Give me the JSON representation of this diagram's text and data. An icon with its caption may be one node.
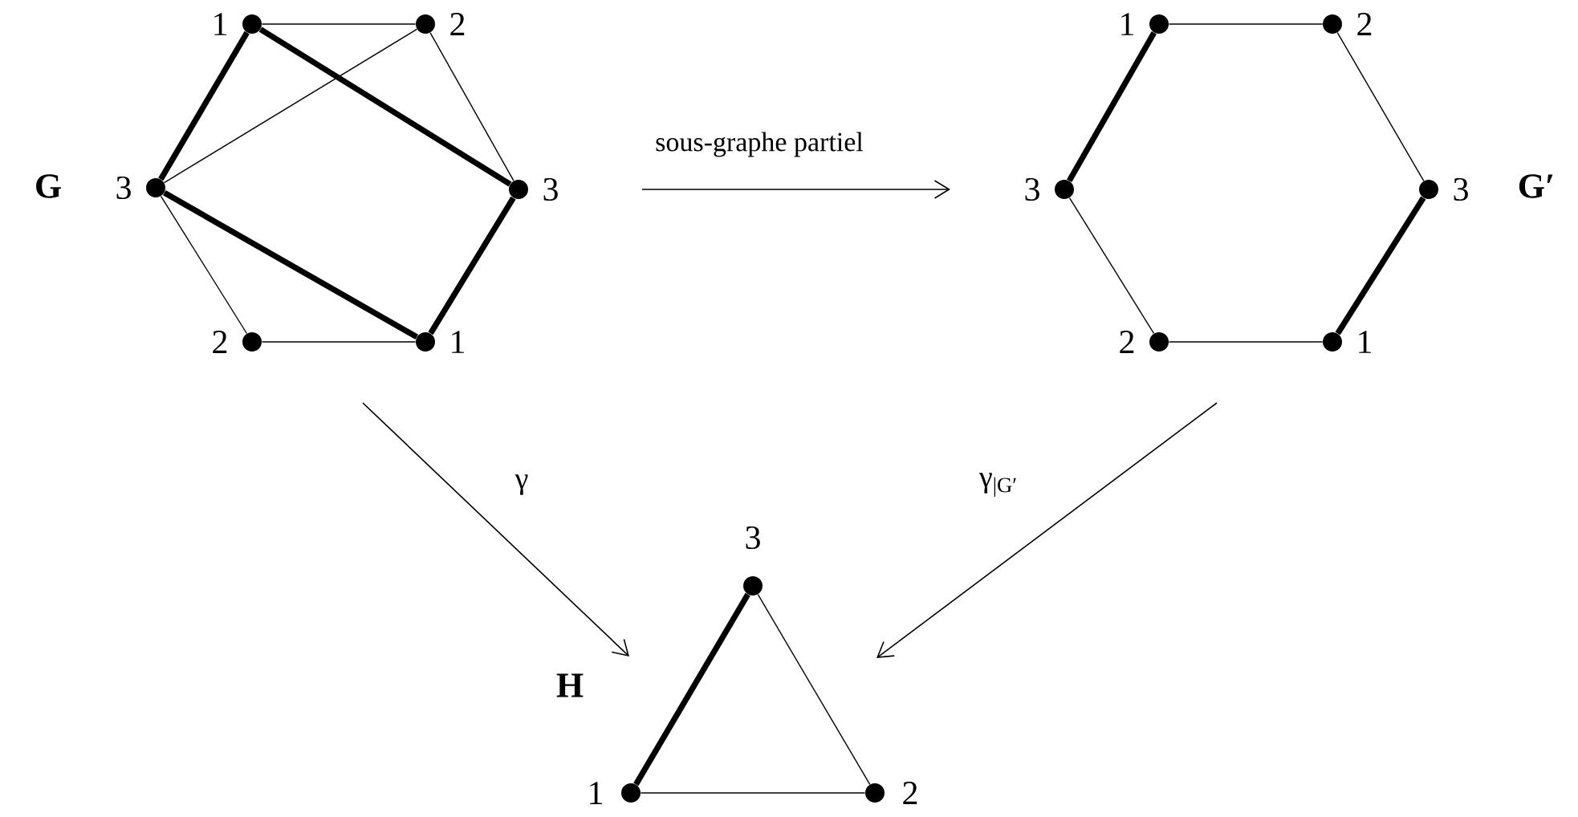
{
  "diagram": {
    "nodes": [
      {
        "text": [],
        "shape": "circle",
        "beside": [
          "1"
        ]
      },
      {
        "text": [],
        "shape": "circle",
        "beside": [
          "2"
        ]
      },
      {
        "text": [],
        "shape": "circle",
        "beside": [
          "3"
        ]
      },
      {
        "text": [],
        "shape": "circle",
        "beside": [
          "3"
        ]
      },
      {
        "text": [],
        "shape": "circle",
        "beside": [
          "2"
        ]
      },
      {
        "text": [],
        "shape": "circle",
        "beside": [
          "1"
        ]
      },
      {
        "text": [],
        "shape": "circle",
        "beside": [
          "1"
        ]
      },
      {
        "text": [],
        "shape": "circle",
        "beside": [
          "2"
        ]
      },
      {
        "text": [],
        "shape": "circle",
        "beside": [
          "3"
        ]
      },
      {
        "text": [],
        "shape": "circle",
        "beside": [
          "3"
        ]
      },
      {
        "text": [],
        "shape": "circle",
        "beside": [
          "2"
        ]
      },
      {
        "text": [],
        "shape": "circle",
        "beside": [
          "1"
        ]
      },
      {
        "text": [],
        "shape": "circle",
        "beside": [
          "3"
        ]
      },
      {
        "text": [],
        "shape": "circle",
        "beside": [
          "1"
        ]
      },
      {
        "text": [],
        "shape": "circle",
        "beside": [
          "2"
        ]
      }
    ],
    "edges": [
      {
        "from": 0,
        "to": 1,
        "arrow": "none"
      },
      {
        "from": 0,
        "to": 3,
        "arrow": "none",
        "style": "thick"
      },
      {
        "from": 0,
        "to": 2,
        "arrow": "none",
        "style": "thick"
      },
      {
        "from": 2,
        "to": 1,
        "arrow": "none"
      },
      {
        "from": 1,
        "to": 3,
        "arrow": "none"
      },
      {
        "from": 2,
        "to": 5,
        "arrow": "none",
        "style": "thick"
      },
      {
        "from": 3,
        "to": 5,
        "arrow": "none",
        "style": "thick"
      },
      {
        "from": 2,
        "to": 4,
        "arrow": "none"
      },
      {
        "from": 4,
        "to": 5,
        "arrow": "none"
      },
      {
        "from": 6,
        "to": 7,
        "arrow": "none"
      },
      {
        "from": 7,
        "to": 9,
        "arrow": "none"
      },
      {
        "from": 9,
        "to": 11,
        "arrow": "none",
        "style": "thick"
      },
      {
        "from": 11,
        "to": 10,
        "arrow": "none"
      },
      {
        "from": 10,
        "to": 8,
        "arrow": "none"
      },
      {
        "from": 8,
        "to": 6,
        "arrow": "none",
        "style": "thick"
      },
      {
        "from": 13,
        "to": 12,
        "arrow": "none",
        "style": "thick"
      },
      {
        "from": 12,
        "to": 14,
        "arrow": "none"
      },
      {
        "from": 13,
        "to": 14,
        "arrow": "none"
      }
    ],
    "labels": [
      "sous-graphe partiel",
      "G",
      "G′",
      "γ",
      "γ$_{|G′}$",
      "H"
    ]
  }
}
